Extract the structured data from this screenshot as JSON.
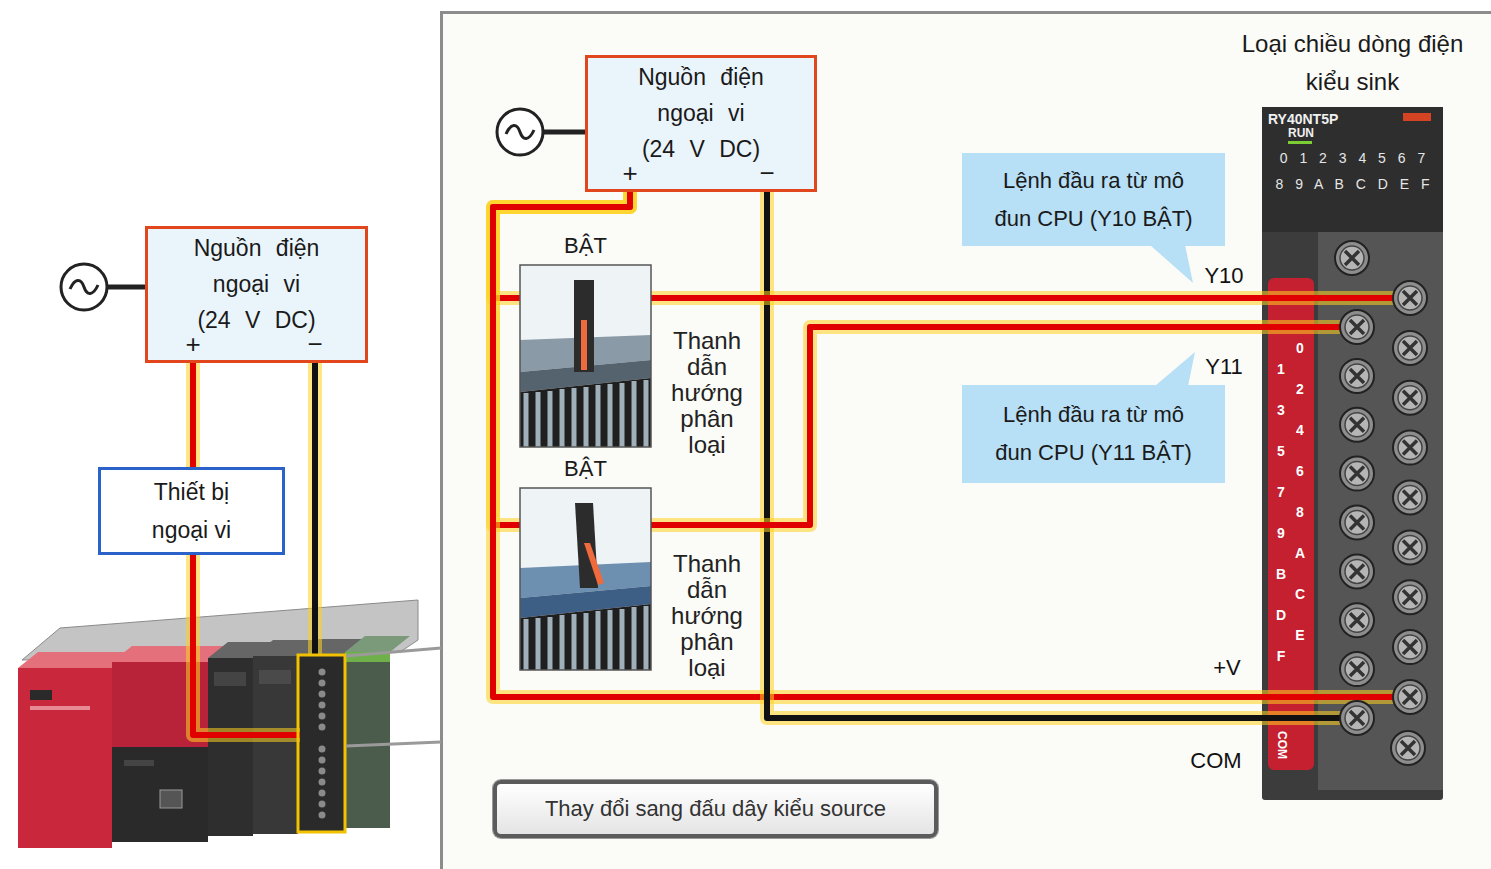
{
  "diagram": {
    "nodes": [
      {
        "text": [
          "Nguồn điện ngoại vi (24 V DC)",
          "+",
          "−"
        ]
      },
      {
        "text": [
          "Thiết bị ngoại vi"
        ]
      },
      {
        "text": [
          "Nguồn điện ngoại vi (24 V DC)",
          "+",
          "−"
        ]
      },
      {
        "text": [
          "Lệnh đầu ra từ mô đun CPU (Y10 BẬT)"
        ]
      },
      {
        "text": [
          "Loại chiều dòng điện kiểu sink",
          "RY40NT5P",
          "RUN"
        ]
      },
      {
        "text": [
          "BẬT",
          "Thanh dẫn hướng phân loại"
        ]
      },
      {
        "text": [
          "Lệnh đầu ra từ mô đun CPU (Y11 BẬT)"
        ]
      },
      {
        "text": [
          "BẬT",
          "Thanh dẫn hướng phân loại"
        ]
      },
      {
        "text": [
          "Thay đổi sang đấu dây kiểu source"
        ]
      }
    ],
    "edges": [
      {
        "from": 0,
        "to": 1,
        "arrow": "none"
      },
      {
        "from": 2,
        "to": 5,
        "arrow": "none"
      },
      {
        "from": 2,
        "to": 7,
        "arrow": "none"
      },
      {
        "from": 2,
        "to": 4,
        "arrow": "none"
      },
      {
        "from": 2,
        "to": 4,
        "arrow": "none"
      },
      {
        "from": 5,
        "to": 4,
        "arrow": "none"
      },
      {
        "from": 7,
        "to": 4,
        "arrow": "none"
      }
    ],
    "labels": [
      "Y10",
      "Y11",
      "+V",
      "COM",
      "0 1 2 3 4 5 6 7",
      "8 9 A B C D E F",
      "0",
      "1",
      "2",
      "3",
      "4",
      "5",
      "6",
      "7",
      "8",
      "9",
      "A",
      "B",
      "C",
      "D",
      "E",
      "F",
      "COM"
    ]
  }
}
